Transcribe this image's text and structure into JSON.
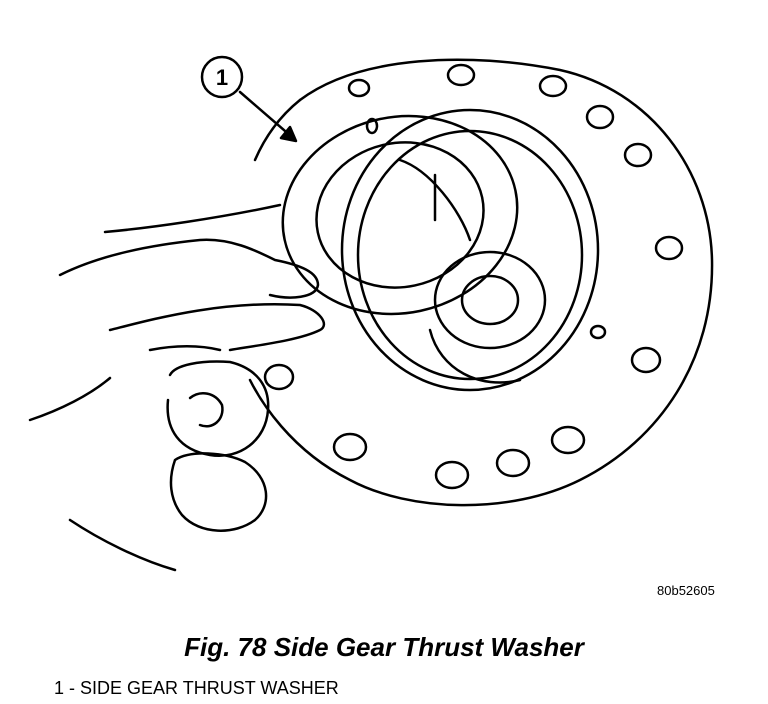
{
  "callout": {
    "number": "1"
  },
  "figure_id": "80b52605",
  "caption": "Fig. 78 Side Gear Thrust Washer",
  "legend": [
    {
      "text": "1 - SIDE GEAR THRUST WASHER"
    }
  ]
}
